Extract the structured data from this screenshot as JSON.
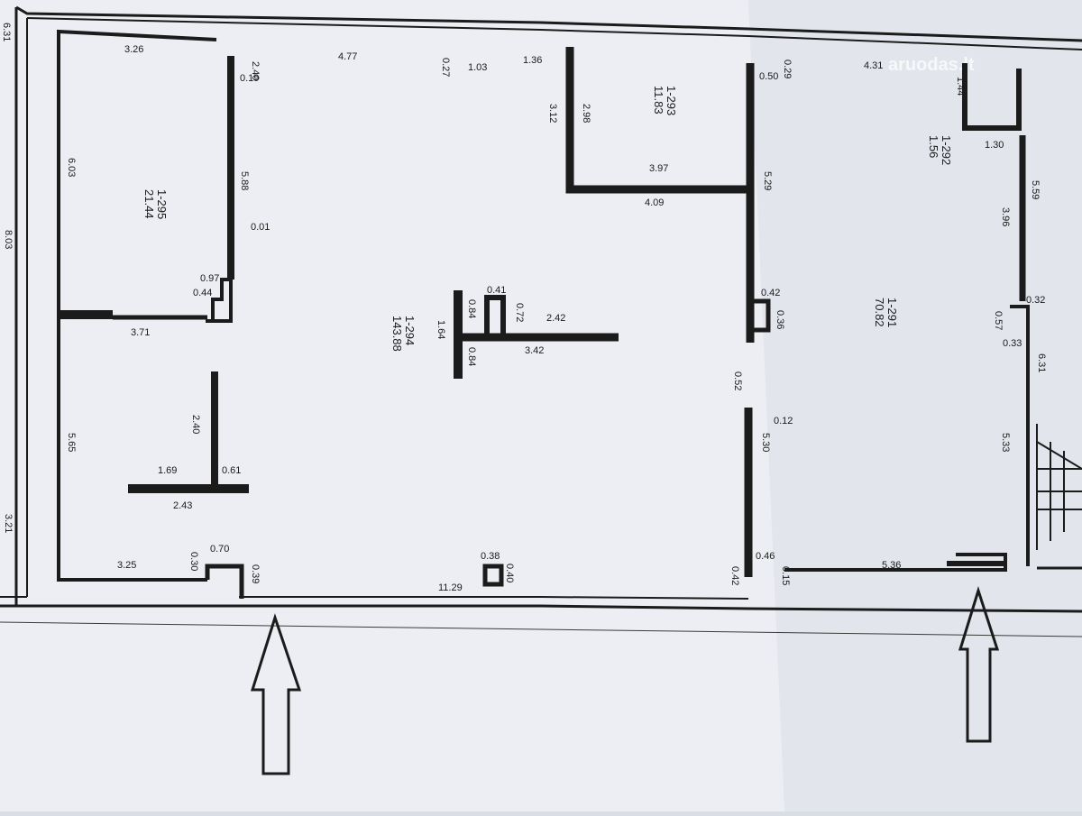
{
  "watermark": "aruodas.lt",
  "rooms": [
    {
      "id": "1-295",
      "area": "21.44"
    },
    {
      "id": "1-294",
      "area": "143.88"
    },
    {
      "id": "1-293",
      "area": "11.83"
    },
    {
      "id": "1-292",
      "area": "1.56"
    },
    {
      "id": "1-291",
      "area": "70.82"
    }
  ],
  "dims": {
    "d_631": "6.31",
    "d_326": "3.26",
    "d_240": "2.40",
    "d_019": "0.19",
    "d_477": "4.77",
    "d_027": "0.27",
    "d_103": "1.03",
    "d_136": "1.36",
    "d_029": "0.29",
    "d_431": "4.31",
    "d_050": "0.50",
    "d_603": "6.03",
    "d_803": "8.03",
    "d_588": "5.88",
    "d_001": "0.01",
    "d_298": "2.98",
    "d_312": "3.12",
    "d_397": "3.97",
    "d_409": "4.09",
    "d_529": "5.29",
    "d_144": "1.44",
    "d_130": "1.30",
    "d_559": "5.59",
    "d_396": "3.96",
    "d_097": "0.97",
    "d_044": "0.44",
    "d_371": "3.71",
    "d_041": "0.41",
    "d_084a": "0.84",
    "d_072": "0.72",
    "d_242": "2.42",
    "d_164": "1.64",
    "d_084b": "0.84",
    "d_342": "3.42",
    "d_042": "0.42",
    "d_036": "0.36",
    "d_032": "0.32",
    "d_057": "0.57",
    "d_033": "0.33",
    "d_631b": "6.31",
    "d_052": "0.52",
    "d_012": "0.12",
    "d_530": "5.30",
    "d_533": "5.33",
    "d_565": "5.65",
    "d_240b": "2.40",
    "d_169": "1.69",
    "d_061": "0.61",
    "d_243": "2.43",
    "d_321": "3.21",
    "d_325": "3.25",
    "d_030": "0.30",
    "d_070": "0.70",
    "d_039": "0.39",
    "d_038": "0.38",
    "d_040": "0.40",
    "d_1129": "11.29",
    "d_046": "0.46",
    "d_015": "0.15",
    "d_042b": "0.42",
    "d_536": "5.36"
  }
}
